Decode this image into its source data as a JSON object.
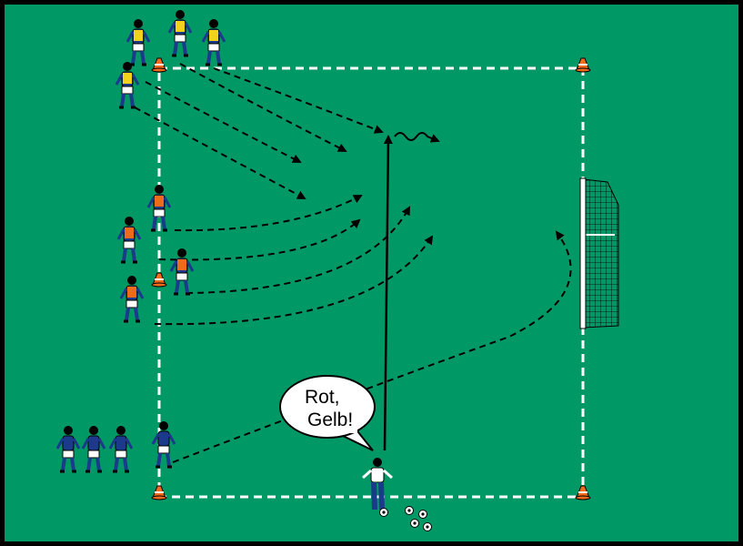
{
  "colors": {
    "pitch": "#009966",
    "border": "#000000",
    "yellow_bib": "#f2d21b",
    "orange_bib": "#f06a1c",
    "shirt_blue": "#1c3a8c",
    "cone": "#f26a1c"
  },
  "speech_bubble": {
    "line1": "Rot,",
    "line2": "Gelb!"
  },
  "groups": [
    {
      "name": "yellow",
      "players": 4
    },
    {
      "name": "orange",
      "players": 4
    },
    {
      "name": "blue",
      "players": 4
    },
    {
      "name": "coach",
      "players": 1
    }
  ]
}
